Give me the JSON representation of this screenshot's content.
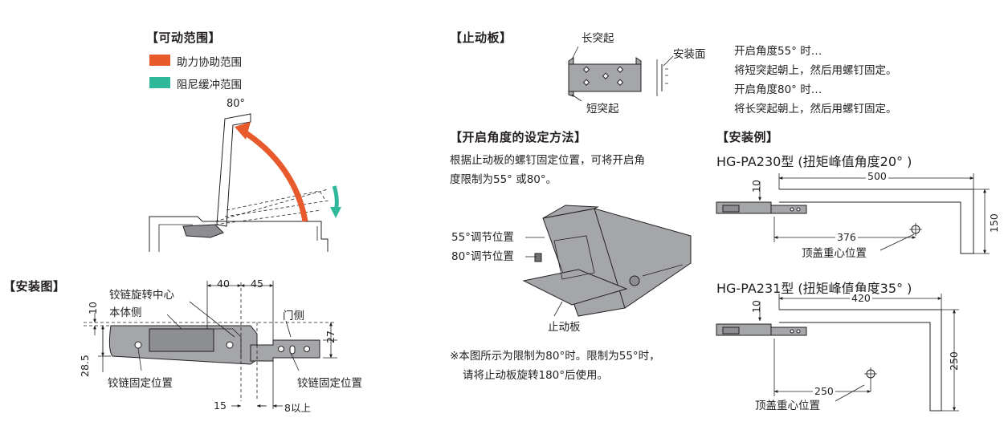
{
  "movable_range": {
    "title": "【可动范围】",
    "legend": [
      {
        "label": "助力协助范围",
        "color": "#e85a2b"
      },
      {
        "label": "阻尼缓冲范围",
        "color": "#2fb89a"
      }
    ],
    "angle_label": "80°"
  },
  "install_drawing": {
    "title": "【安装图】",
    "pivot_label": "铰链旋转中心",
    "body_side_label": "本体侧",
    "door_side_label": "门侧",
    "fix_left_label": "铰链固定位置",
    "fix_right_label": "铰链固定位置",
    "dims": {
      "d40": "40",
      "d45": "45",
      "d10": "10",
      "d27": "27",
      "d28_5": "28.5",
      "d15": "15",
      "d8": "8以上"
    }
  },
  "stopper": {
    "title": "【止动板】",
    "long_label": "长突起",
    "short_label": "短突起",
    "mount_label": "安装面",
    "notes": [
      "开启角度55° 时…",
      "将短突起朝上，然后用螺钉固定。",
      "开启角度80° 时…",
      "将长突起朝上，然后用螺钉固定。"
    ]
  },
  "angle_setting": {
    "title": "【开启角度的设定方法】",
    "desc_lines": [
      "根据止动板的螺钉固定位置，可将开启角",
      "度限制为55° 或80°。"
    ],
    "pos55": "55°调节位置",
    "pos80": "80°调节位置",
    "plate_label": "止动板",
    "note_lines": [
      "※本图所示为限制为80°时。限制为55°时，",
      "请将止动板旋转180°后使用。"
    ]
  },
  "install_example": {
    "title": "【安装例】",
    "ex1": {
      "model": "HG-PA230型 (扭矩峰值角度20° )",
      "d10": "10",
      "width": "500",
      "height": "150",
      "cg": "376",
      "cg_label": "顶盖重心位置"
    },
    "ex2": {
      "model": "HG-PA231型 (扭矩峰值角度35° )",
      "d10": "10",
      "width": "420",
      "height": "250",
      "cg": "250",
      "cg_label": "顶盖重心位置"
    }
  }
}
